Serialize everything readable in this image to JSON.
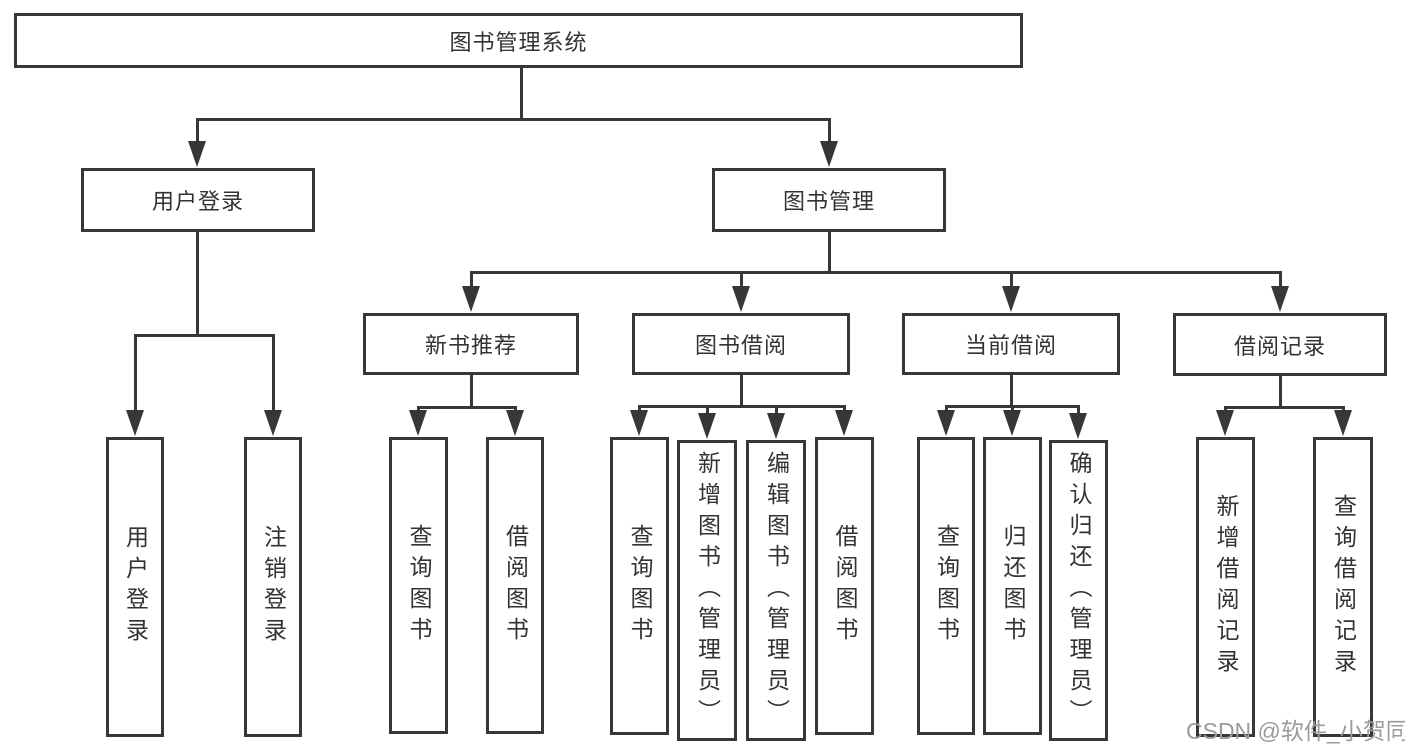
{
  "tree": {
    "label": "图书管理系统",
    "children": [
      {
        "label": "用户登录",
        "children": [
          {
            "label": "用户登录"
          },
          {
            "label": "注销登录"
          }
        ]
      },
      {
        "label": "图书管理",
        "children": [
          {
            "label": "新书推荐",
            "children": [
              {
                "label": "查询图书"
              },
              {
                "label": "借阅图书"
              }
            ]
          },
          {
            "label": "图书借阅",
            "children": [
              {
                "label": "查询图书"
              },
              {
                "label": "新增图书（管理员）"
              },
              {
                "label": "编辑图书（管理员）"
              },
              {
                "label": "借阅图书"
              }
            ]
          },
          {
            "label": "当前借阅",
            "children": [
              {
                "label": "查询图书"
              },
              {
                "label": "归还图书"
              },
              {
                "label": "确认归还（管理员）"
              }
            ]
          },
          {
            "label": "借阅记录",
            "children": [
              {
                "label": "新增借阅记录"
              },
              {
                "label": "查询借阅记录"
              }
            ]
          }
        ]
      }
    ]
  },
  "watermark": {
    "text": "CSDN @软件_小贺同学"
  },
  "colors": {
    "line": "#373737",
    "text": "#333333",
    "watermark": "#9b9b9b",
    "background": "#ffffff"
  }
}
